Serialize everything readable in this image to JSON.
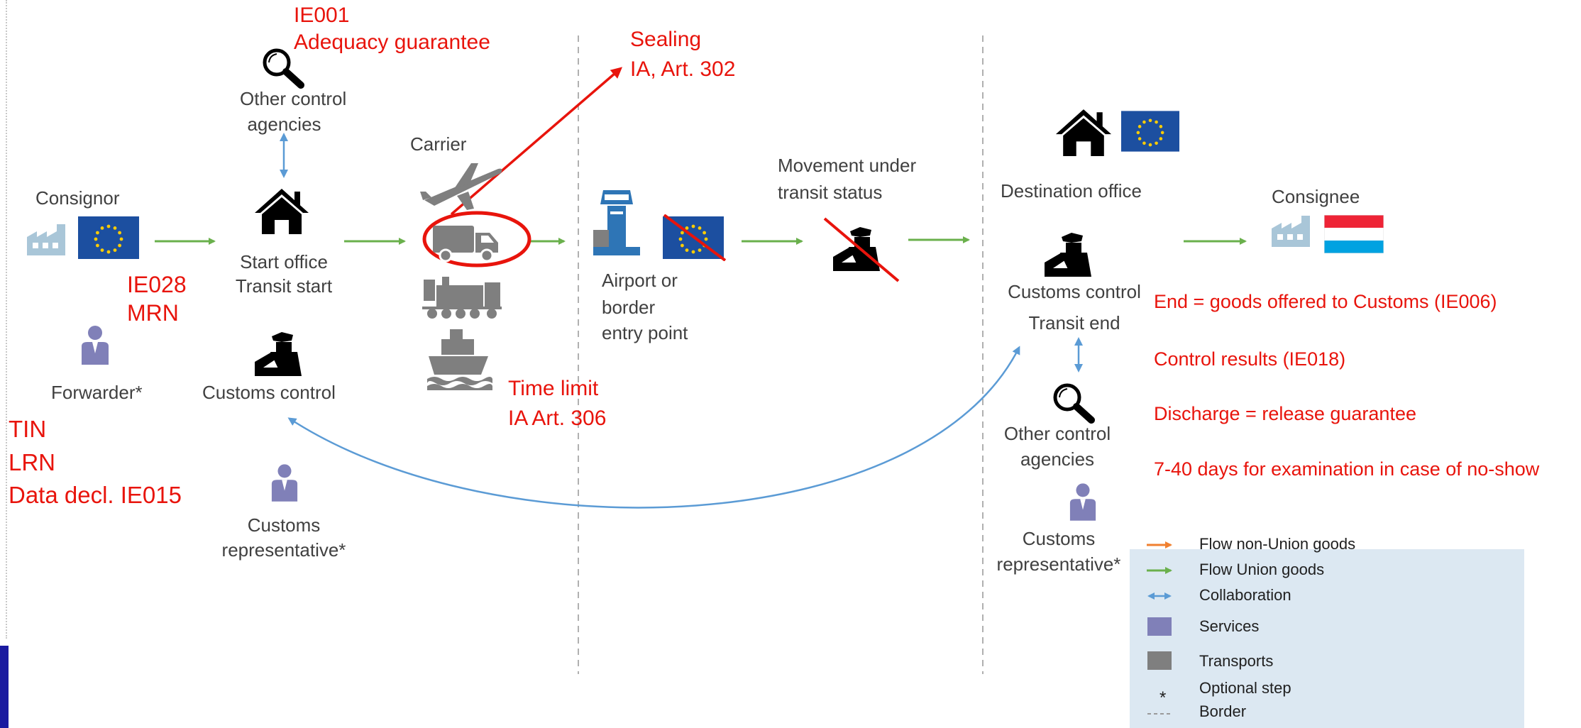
{
  "diagram": {
    "consignor": {
      "label": "Consignor",
      "ie028": "IE028",
      "mrn": "MRN"
    },
    "forwarder": {
      "label": "Forwarder*"
    },
    "declaration": {
      "tin": "TIN",
      "lrn": "LRN",
      "data_decl": "Data decl. IE015"
    },
    "guarantee": {
      "ie001": "IE001",
      "adequacy": "Adequacy guarantee"
    },
    "other_agencies_start": {
      "line1": "Other control",
      "line2": "agencies"
    },
    "start_office": {
      "line1": "Start office",
      "line2": "Transit start"
    },
    "customs_control_start": {
      "label": "Customs control"
    },
    "customs_rep_start": {
      "line1": "Customs",
      "line2": "representative*"
    },
    "carrier": {
      "label": "Carrier"
    },
    "sealing": {
      "line1": "Sealing",
      "line2": "IA, Art. 302"
    },
    "time_limit": {
      "line1": "Time limit",
      "line2": "IA Art. 306"
    },
    "airport": {
      "line1": "Airport or",
      "line2": "border",
      "line3": "entry point"
    },
    "movement": {
      "line1": "Movement under",
      "line2": "transit status"
    },
    "destination_office": {
      "label": "Destination office"
    },
    "customs_control_end": {
      "line1": "Customs control",
      "line2": "Transit end"
    },
    "other_agencies_end": {
      "line1": "Other control",
      "line2": "agencies"
    },
    "customs_rep_end": {
      "line1": "Customs",
      "line2": "representative*"
    },
    "consignee": {
      "label": "Consignee"
    },
    "notes": {
      "end": "End = goods offered to Customs (IE006)",
      "control_results": "Control results (IE018)",
      "discharge": "Discharge = release guarantee",
      "examination": "7-40 days for examination in case of no-show"
    }
  },
  "legend": {
    "flow_non_union": "Flow non-Union goods",
    "flow_union": "Flow Union goods",
    "collaboration": "Collaboration",
    "services": "Services",
    "transports": "Transports",
    "optional": "Optional step",
    "optional_symbol": "*",
    "border": "Border"
  },
  "colors": {
    "annotation_red": "#e8140c",
    "flow_green": "#6ab04c",
    "flow_orange": "#f08030",
    "collab_blue": "#5b9bd5",
    "services_purple": "#8080b8",
    "transports_gray": "#7f7f7f",
    "eu_blue": "#1c4fa0",
    "eu_star": "#ffcc00",
    "legend_bg": "#dce8f2"
  }
}
